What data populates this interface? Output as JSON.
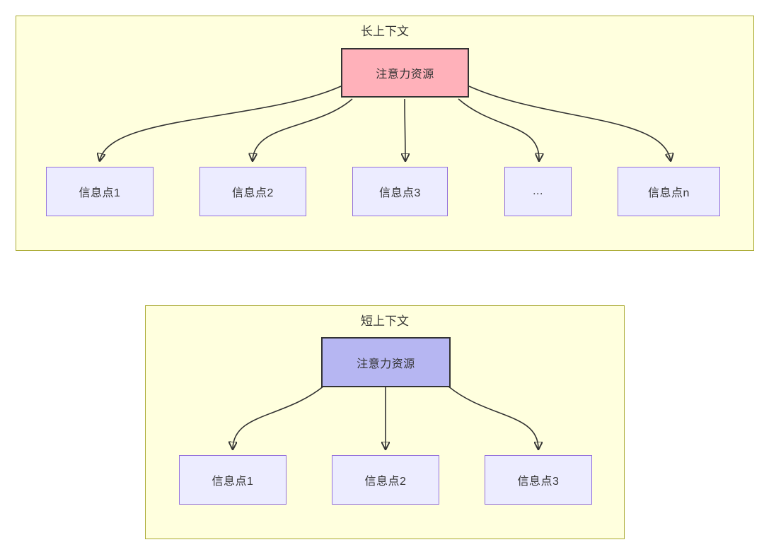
{
  "colors": {
    "subgraph_fill": "#ffffde",
    "subgraph_border": "#aaaa33",
    "root_node_long_fill": "#ffb1ba",
    "root_node_short_fill": "#b6b6f2",
    "root_node_border": "#333333",
    "info_node_fill": "#ececff",
    "info_node_border": "#9370db",
    "arrow_color": "#333333",
    "text_color": "#333333"
  },
  "diagram": {
    "long_context": {
      "title": "长上下文",
      "root": {
        "label": "注意力资源"
      },
      "children": [
        {
          "label": "信息点1"
        },
        {
          "label": "信息点2"
        },
        {
          "label": "信息点3"
        },
        {
          "label": "..."
        },
        {
          "label": "信息点n"
        }
      ]
    },
    "short_context": {
      "title": "短上下文",
      "root": {
        "label": "注意力资源"
      },
      "children": [
        {
          "label": "信息点1"
        },
        {
          "label": "信息点2"
        },
        {
          "label": "信息点3"
        }
      ]
    }
  }
}
